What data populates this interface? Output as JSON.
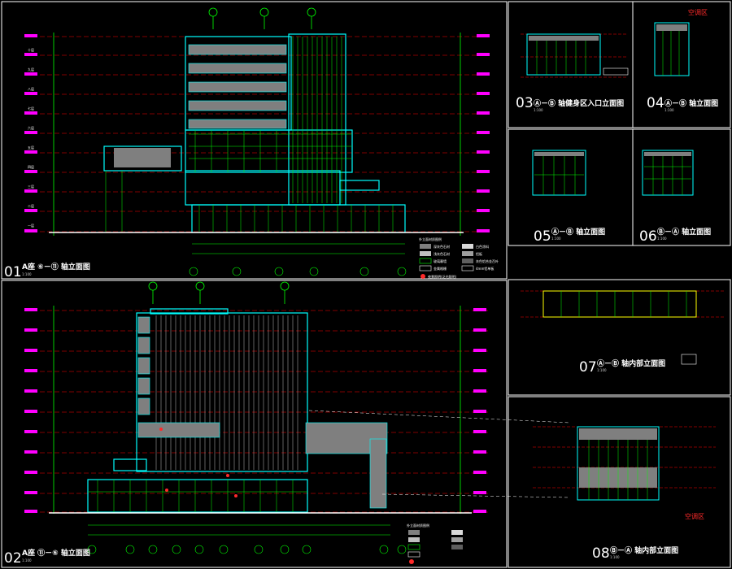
{
  "sheet": {
    "colors": {
      "background": "#000000",
      "frame": "#ffffff",
      "building_outline": "#00ffff",
      "glazing": "#00ff00",
      "grid_dashed": "#ff0000",
      "level_tags": "#ff00ff",
      "dimension": "#00ff00",
      "solid_panel": "#7f7f7f",
      "note_red": "#ff2a2a"
    },
    "panels": [
      {
        "id": "01",
        "number": "01",
        "title": "A座 ⑥－⑪ 轴立面图",
        "scale": "1:100"
      },
      {
        "id": "02",
        "number": "02",
        "title": "A座 ⑪－⑥ 轴立面图",
        "scale": "1:100"
      },
      {
        "id": "03",
        "number": "03",
        "title": "Ⓐ－Ⓑ 轴健身区入口立面图",
        "scale": "1:100"
      },
      {
        "id": "04",
        "number": "04",
        "title": "Ⓐ－Ⓑ 轴立面图",
        "scale": "1:100"
      },
      {
        "id": "05",
        "number": "05",
        "title": "Ⓐ－Ⓑ 轴立面图",
        "scale": "1:100"
      },
      {
        "id": "06",
        "number": "06",
        "title": "Ⓑ－Ⓐ 轴立面图",
        "scale": "1:100"
      },
      {
        "id": "07",
        "number": "07",
        "title": "Ⓐ－Ⓑ 轴内部立面图",
        "scale": "1:100"
      },
      {
        "id": "08",
        "number": "08",
        "title": "Ⓑ－Ⓐ 轴内部立面图",
        "scale": "1:100"
      }
    ],
    "notes": {
      "red_top_right": "空调区",
      "red_bottom_right": "空调区"
    },
    "legend": {
      "title": "外立面材质图例",
      "items": [
        "深灰色石材",
        "浅灰色石材",
        "玻璃幕墙",
        "金属格栅",
        "白色涂料",
        "铝板",
        "灰色铝合金百叶",
        "4mm铝单板",
        "夜景照明(泛光照明)"
      ]
    },
    "floor_levels": [
      "十层",
      "九层",
      "八层",
      "七层",
      "六层",
      "五层",
      "四层",
      "三层",
      "二层",
      "一层"
    ]
  }
}
